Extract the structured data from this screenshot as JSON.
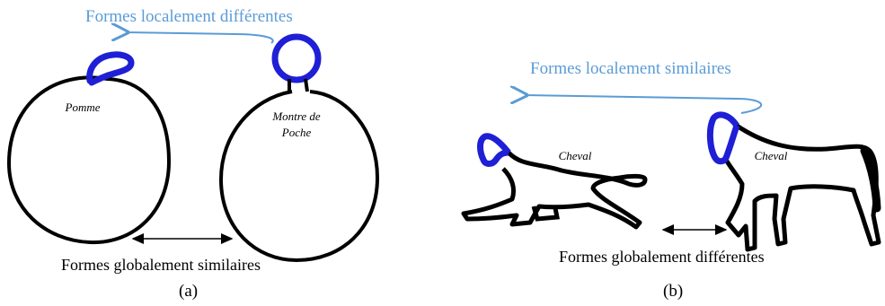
{
  "panel_a": {
    "top_label": "Formes localement différentes",
    "object_1": "Pomme",
    "object_2_line1": "Montre de",
    "object_2_line2": "Poche",
    "bottom_label": "Formes globalement similaires",
    "panel_label": "(a)"
  },
  "panel_b": {
    "top_label": "Formes localement similaires",
    "object_1": "Cheval",
    "object_2": "Cheval",
    "bottom_label": "Formes globalement différentes",
    "panel_label": "(b)"
  },
  "colors": {
    "outline": "#000000",
    "local_highlight": "#1f1fd6",
    "annotation_arrow": "#5b9bd5"
  }
}
